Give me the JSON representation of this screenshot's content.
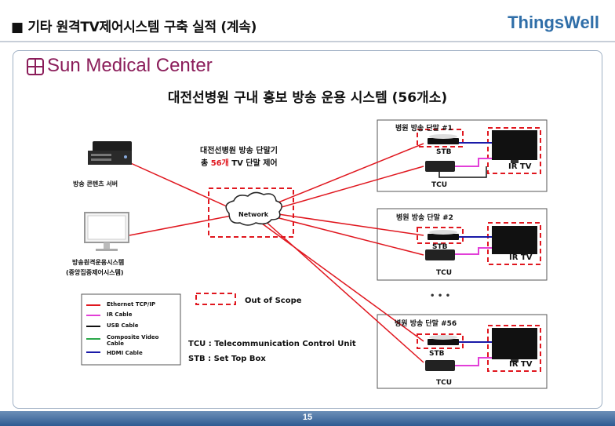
{
  "slide": {
    "title": "■ 기타 원격TV제어시스템 구축 실적 (계속)",
    "brand": "ThingsWell",
    "page_number": "15"
  },
  "client": {
    "logo_text": "Sun Medical Center"
  },
  "diagram": {
    "title": "대전선병원 구내 홍보 방송 운용 시스템 (56개소)",
    "summary_line1": "대전선병원 방송 단말기",
    "summary_line2_prefix": "총 ",
    "summary_line2_count": "56개",
    "summary_line2_suffix": " TV 단말 제어",
    "network_label": "Network",
    "server_label": "방송 콘텐츠 서버",
    "ops_label_line1": "방송원격운용시스템",
    "ops_label_line2": "(중앙집중제어시스템)",
    "out_of_scope_label": "Out of Scope",
    "ellipsis": "•   •   •",
    "terminals": [
      {
        "title": "병원 방송 단말 #1",
        "stb": "STB",
        "tcu": "TCU",
        "tv": "IR TV"
      },
      {
        "title": "병원 방송 단말 #2",
        "stb": "STB",
        "tcu": "TCU",
        "tv": "IR TV"
      },
      {
        "title": "병원 방송 단말 #56",
        "stb": "STB",
        "tcu": "TCU",
        "tv": "IR TV"
      }
    ],
    "legend": [
      {
        "label": "Ethernet TCP/IP",
        "color": "#e0171f"
      },
      {
        "label": "IR Cable",
        "color": "#e23fd8"
      },
      {
        "label": "USB Cable",
        "color": "#111111"
      },
      {
        "label": "Composite Video Cable",
        "color": "#2aa84a"
      },
      {
        "label": "HDMI  Cable",
        "color": "#1a1aa8"
      }
    ],
    "definitions": [
      "TCU : Telecommunication Control Unit",
      "STB : Set Top Box"
    ]
  }
}
